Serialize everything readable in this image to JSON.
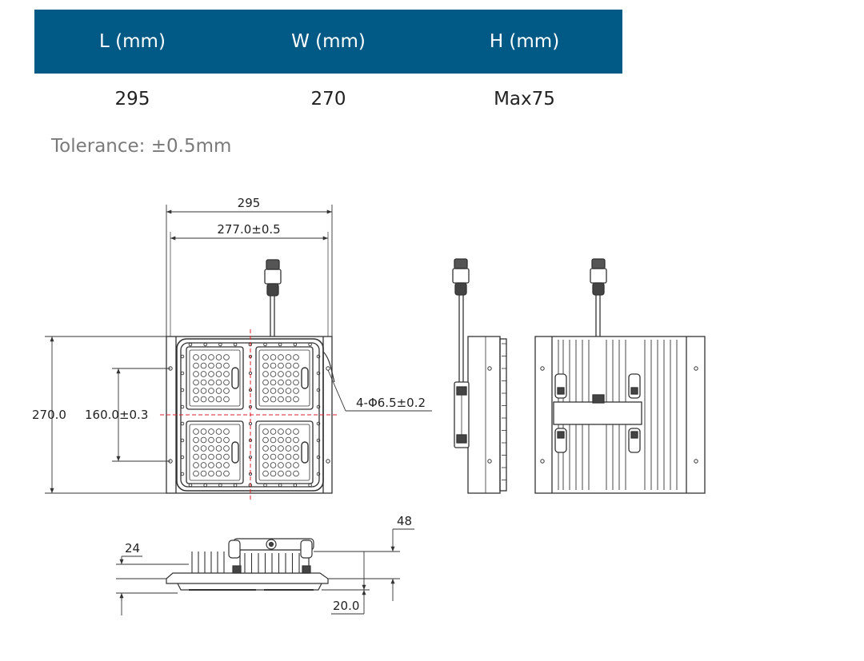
{
  "spec_table": {
    "headers": [
      "L (mm)",
      "W (mm)",
      "H (mm)"
    ],
    "values": [
      "295",
      "270",
      "Max75"
    ],
    "header_color": "#005a85"
  },
  "tolerance": "Tolerance:  ±0.5mm",
  "dimensions": {
    "overall_length": "295",
    "mount_spacing": "277.0±0.5",
    "overall_width": "270.0",
    "mount_height": "160.0±0.3",
    "hole_spec": "4-Φ6.5±0.2",
    "total_height": "48",
    "fin_height": "24",
    "base_height": "20.0"
  },
  "colors": {
    "line": "#333333",
    "centerline": "#e0202a"
  }
}
